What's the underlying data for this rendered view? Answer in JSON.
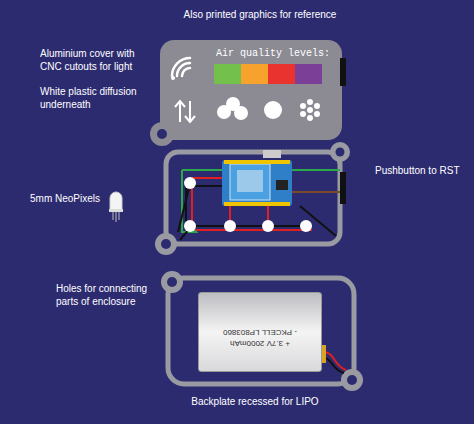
{
  "diagram": {
    "nodes": [
      {
        "text": [
          "Air quality levels:"
        ]
      },
      {
        "text": [
          "+ 3.7V 2000mAh",
          "- PKCELL LP803860"
        ]
      }
    ],
    "labels": [
      "Also printed graphics for reference",
      "Aluminium cover with CNC cutouts for light",
      "White plastic diffusion underneath",
      "5mm NeoPixels",
      "Pushbutton to RST",
      "Holes for connecting parts of enclosure",
      "Backplate recessed for LIPO"
    ]
  }
}
